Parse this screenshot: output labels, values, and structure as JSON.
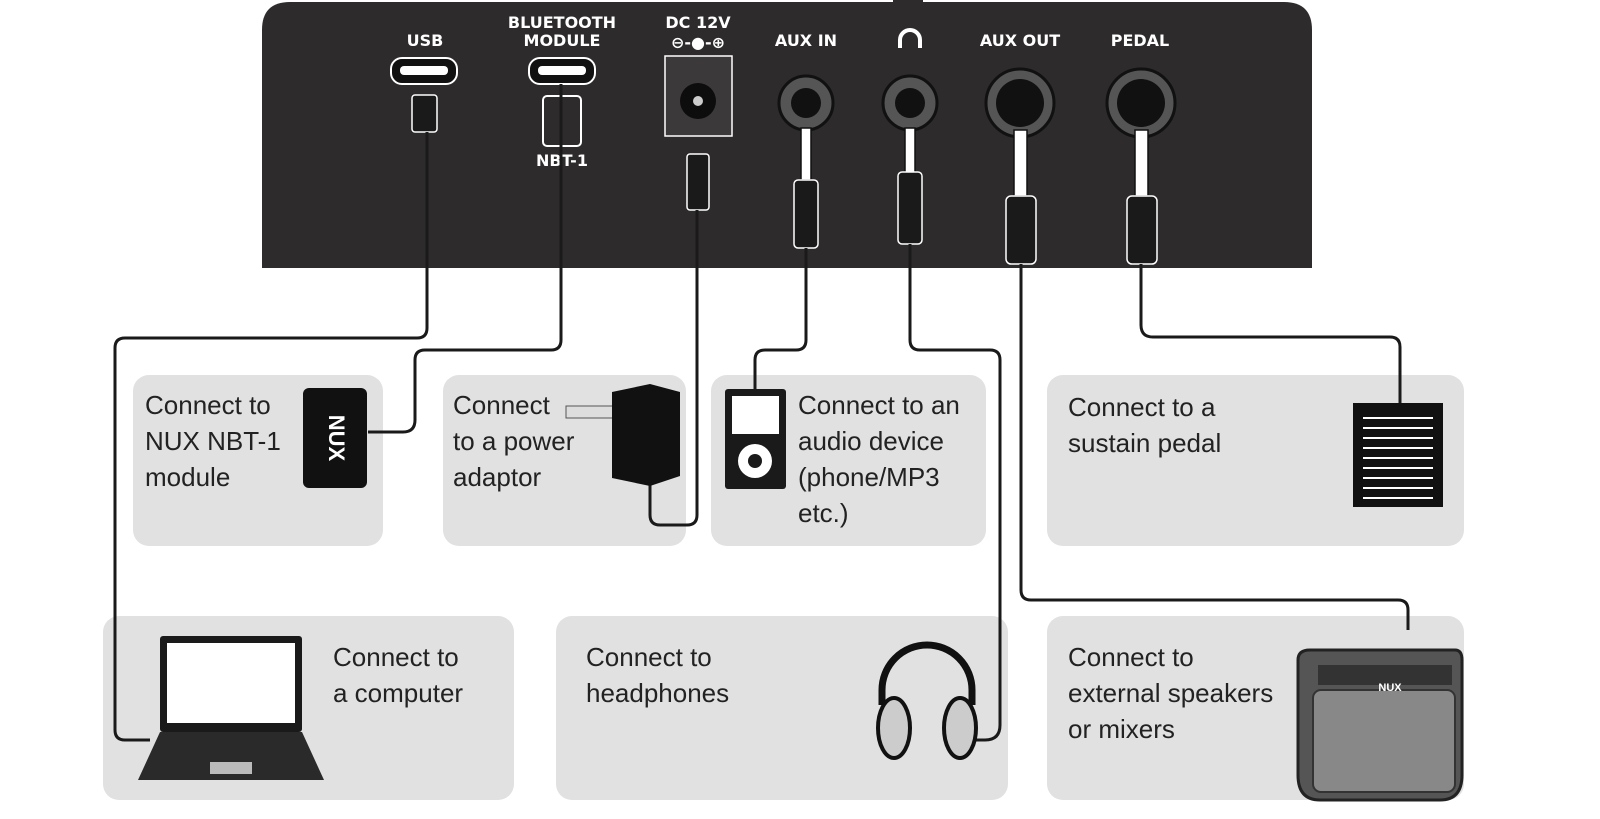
{
  "panel": {
    "ports": [
      {
        "label": "USB"
      },
      {
        "label": "BLUETOOTH",
        "label2": "MODULE",
        "sublabel": "NBT-1"
      },
      {
        "label": "DC 12V",
        "polarity": "⊖-●-⊕"
      },
      {
        "label": "AUX IN"
      },
      {
        "label": "headphones-icon"
      },
      {
        "label": "AUX OUT"
      },
      {
        "label": "PEDAL"
      }
    ]
  },
  "boxes": {
    "nbt": [
      "Connect to",
      "NUX NBT-1",
      "module"
    ],
    "nbt_logo": "NUX",
    "power": [
      "Connect",
      "to a power",
      "adaptor"
    ],
    "audio": [
      "Connect to an",
      "audio device",
      "(phone/MP3",
      "etc.)"
    ],
    "pedal": [
      "Connect to a",
      "sustain pedal"
    ],
    "computer": [
      "Connect to",
      "a computer"
    ],
    "headphones": [
      "Connect to",
      "headphones"
    ],
    "speakers": [
      "Connect to",
      "external speakers",
      "or mixers"
    ],
    "amp_logo": "NUX"
  },
  "colors": {
    "panel": "#2d2b2b",
    "box": "#e1e1e1"
  }
}
